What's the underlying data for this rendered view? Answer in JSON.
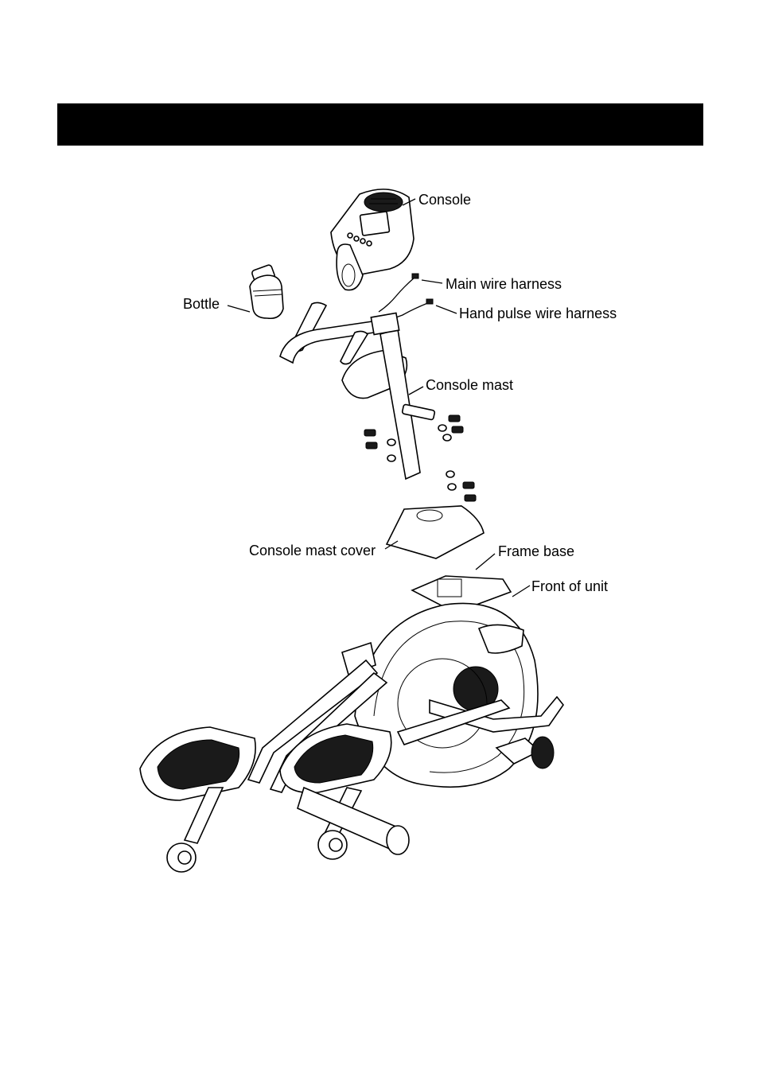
{
  "header": {
    "title": ""
  },
  "labels": {
    "console": "Console",
    "main_wire_harness": "Main wire harness",
    "hand_pulse_wire_harness": "Hand pulse wire harness",
    "bottle": "Bottle",
    "console_mast": "Console mast",
    "console_mast_cover": "Console mast cover",
    "frame_base": "Frame base",
    "front_of_unit": "Front of unit"
  },
  "colors": {
    "header_bar": "#000000",
    "background": "#ffffff",
    "ink": "#000000"
  }
}
